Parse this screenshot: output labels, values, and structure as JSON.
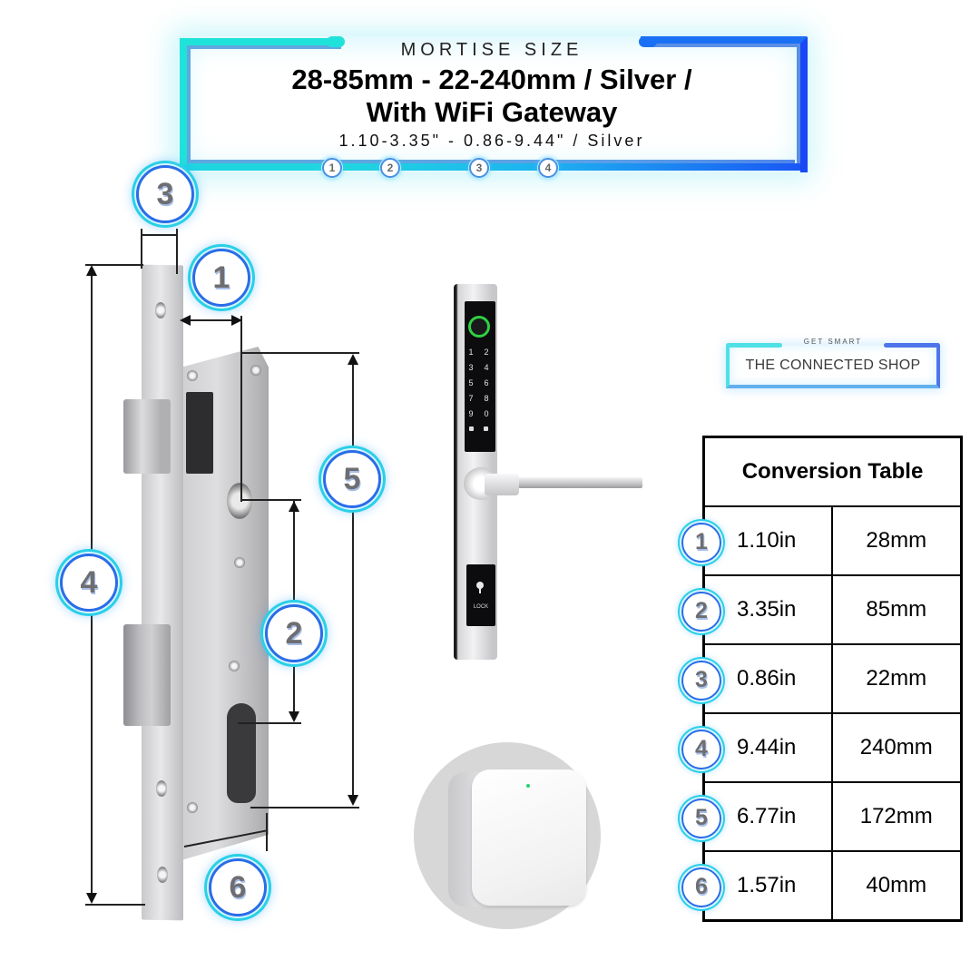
{
  "header": {
    "kicker": "MORTISE SIZE",
    "title_line1": "28-85mm - 22-240mm / Silver /",
    "title_line2": "With WiFi Gateway",
    "subtitle": "1.10-3.35\" - 0.86-9.44\" / Silver",
    "mini_badges": [
      "1",
      "2",
      "3",
      "4"
    ]
  },
  "logo": {
    "kicker": "GET SMART",
    "name": "THE CONNECTED SHOP"
  },
  "diagram": {
    "badges": {
      "b1": "1",
      "b2": "2",
      "b3": "3",
      "b4": "4",
      "b5": "5",
      "b6": "6"
    }
  },
  "smart_lock": {
    "keys": [
      "1",
      "2",
      "3",
      "4",
      "5",
      "6",
      "7",
      "8",
      "9",
      "0"
    ],
    "lock_label": "LOCK"
  },
  "conversion_table": {
    "title": "Conversion Table",
    "rows": [
      {
        "badge": "1",
        "inches": "1.10in",
        "mm": "28mm"
      },
      {
        "badge": "2",
        "inches": "3.35in",
        "mm": "85mm"
      },
      {
        "badge": "3",
        "inches": "0.86in",
        "mm": "22mm"
      },
      {
        "badge": "4",
        "inches": "9.44in",
        "mm": "240mm"
      },
      {
        "badge": "5",
        "inches": "6.77in",
        "mm": "172mm"
      },
      {
        "badge": "6",
        "inches": "1.57in",
        "mm": "40mm"
      }
    ]
  },
  "colors": {
    "accent_cyan": "#1fe3da",
    "accent_blue": "#1a48f5",
    "badge_text": "#6e6e72"
  }
}
